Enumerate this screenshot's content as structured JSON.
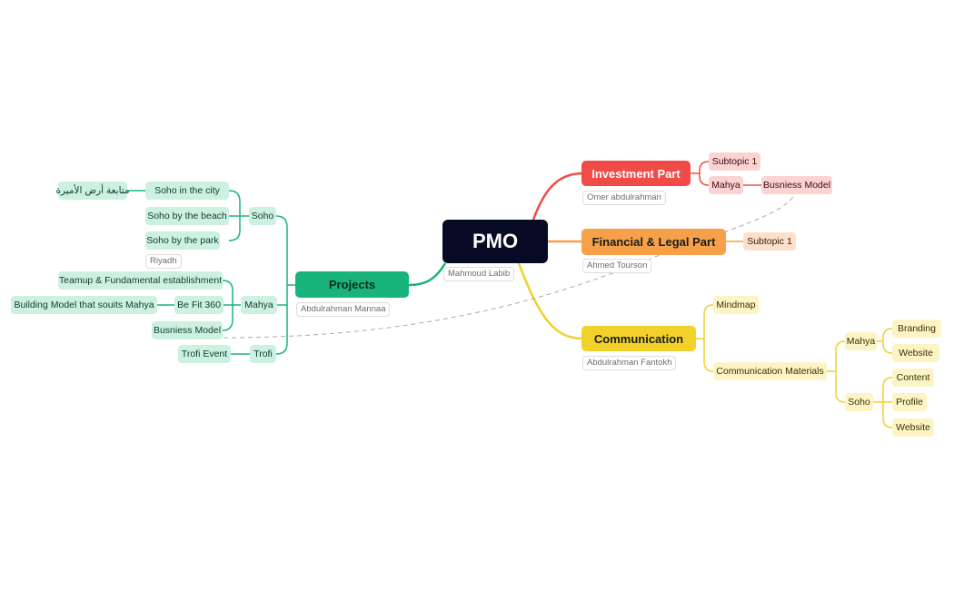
{
  "root": {
    "label": "PMO",
    "owner": "Mahmoud Labib"
  },
  "colors": {
    "root": "#070a24",
    "projects": "#19b47c",
    "investment": "#f04b46",
    "financial": "#f7a04a",
    "communication": "#f1d12a"
  },
  "projects": {
    "label": "Projects",
    "owner": "Abdulrahman Mannaa",
    "soho": {
      "label": "Soho",
      "items": [
        "Soho in the city",
        "Soho by the beach",
        "Soho by the park"
      ],
      "city_child": "متابعة أرض الأميرة",
      "park_note": "Riyadh"
    },
    "mahya": {
      "label": "Mahya",
      "items": [
        "Teamup & Fundamental establishment",
        "Be Fit 360",
        "Busniess Model"
      ],
      "befit_child": "Building Model that souits Mahya"
    },
    "trofi": {
      "label": "Trofi",
      "child": "Trofi Event"
    }
  },
  "investment": {
    "label": "Investment Part",
    "owner": "Omer abdulrahman",
    "subtopic": "Subtopic 1",
    "mahya": "Mahya",
    "mahya_child": "Busniess Model"
  },
  "financial": {
    "label": "Financial & Legal Part",
    "owner": "Ahmed Tourson",
    "subtopic": "Subtopic 1"
  },
  "communication": {
    "label": "Communication",
    "owner": "Abdulrahman Fantokh",
    "mindmap": "Mindmap",
    "materials": "Communication Materials",
    "mahya": {
      "label": "Mahya",
      "items": [
        "Branding",
        "Website"
      ]
    },
    "soho": {
      "label": "Soho",
      "items": [
        "Content",
        "Profile",
        "Website"
      ]
    }
  }
}
